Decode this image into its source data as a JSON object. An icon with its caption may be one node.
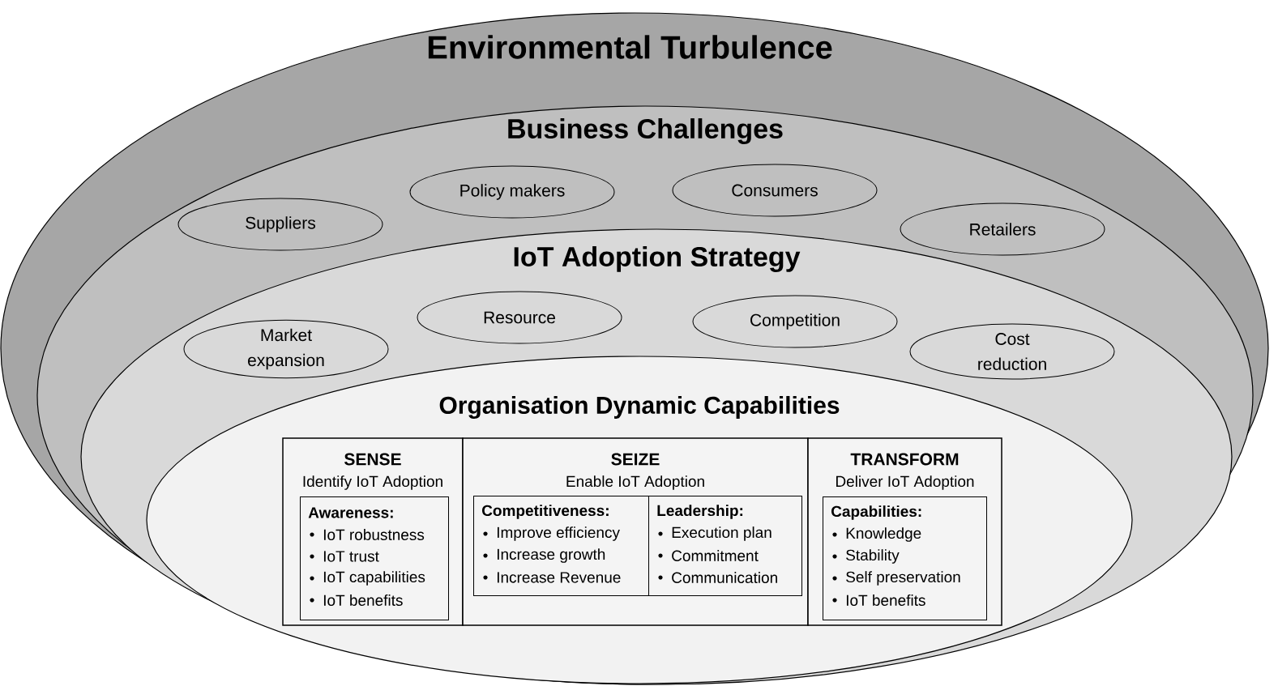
{
  "diagram": {
    "nodes": [
      {
        "text": [
          "Environmental Turbulence"
        ]
      },
      {
        "text": [
          "Business Challenges"
        ],
        "in": 0
      },
      {
        "text": [
          "Suppliers"
        ],
        "in": 1
      },
      {
        "text": [
          "Policy makers"
        ],
        "in": 1
      },
      {
        "text": [
          "Consumers"
        ],
        "in": 1
      },
      {
        "text": [
          "Retailers"
        ],
        "in": 1
      },
      {
        "text": [
          "IoT Adoption Strategy"
        ],
        "in": 1
      },
      {
        "text": [
          "Market expansion"
        ],
        "in": 6
      },
      {
        "text": [
          "Resource"
        ],
        "in": 6
      },
      {
        "text": [
          "Competition"
        ],
        "in": 6
      },
      {
        "text": [
          "Cost reduction"
        ],
        "in": 6
      },
      {
        "text": [
          "Organisation Dynamic Capabilities"
        ],
        "in": 6
      },
      {
        "text": [
          "SENSE",
          "Identify IoT Adoption"
        ],
        "in": 11
      },
      {
        "text": [
          "Awareness:",
          "IoT robustness",
          "IoT trust",
          "IoT capabilities",
          "IoT benefits"
        ],
        "in": 12
      },
      {
        "text": [
          "SEIZE",
          "Enable IoT Adoption"
        ],
        "in": 11
      },
      {
        "text": [
          "Competitiveness:",
          "Improve efficiency",
          "Increase growth",
          "Increase Revenue"
        ],
        "in": 14
      },
      {
        "text": [
          "Leadership:",
          "Execution plan",
          "Commitment",
          "Communication"
        ],
        "in": 14
      },
      {
        "text": [
          "TRANSFORM",
          "Deliver IoT Adoption"
        ],
        "in": 11
      },
      {
        "text": [
          "Capabilities:",
          "Knowledge",
          "Stability",
          "Self preservation",
          "IoT benefits"
        ],
        "in": 17
      }
    ],
    "edges": []
  }
}
